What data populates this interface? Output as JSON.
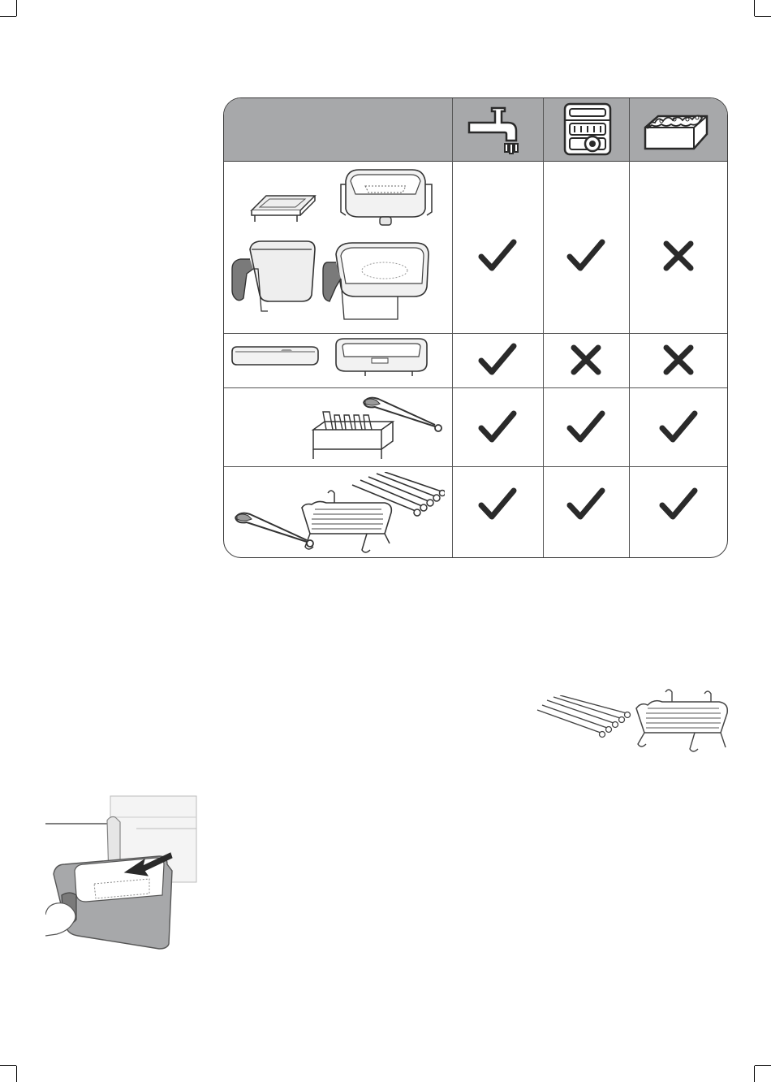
{
  "table": {
    "columns": [
      {
        "icon": "tap-water-icon"
      },
      {
        "icon": "dishwasher-icon"
      },
      {
        "icon": "sponge-icon"
      }
    ],
    "rows": [
      {
        "parts": [
          "crisper-plate-icon",
          "basket-insert-icon",
          "small-basket-icon",
          "large-basket-icon"
        ],
        "marks": [
          "check",
          "check",
          "cross"
        ]
      },
      {
        "parts": [
          "divider-icon",
          "drip-tray-icon"
        ],
        "marks": [
          "check",
          "cross",
          "cross"
        ]
      },
      {
        "parts": [
          "rack-icon",
          "tongs-icon"
        ],
        "marks": [
          "check",
          "check",
          "check"
        ]
      },
      {
        "parts": [
          "tongs-icon",
          "double-layer-rack-icon",
          "skewers-icon"
        ],
        "marks": [
          "check",
          "check",
          "check"
        ]
      }
    ]
  },
  "accessories_illustration": {
    "icons": [
      "skewers-icon",
      "double-layer-rack-icon"
    ]
  },
  "basket_illustration": {
    "icons": [
      "airfryer-icon",
      "basket-removal-arrow-icon",
      "hand-icon"
    ]
  }
}
